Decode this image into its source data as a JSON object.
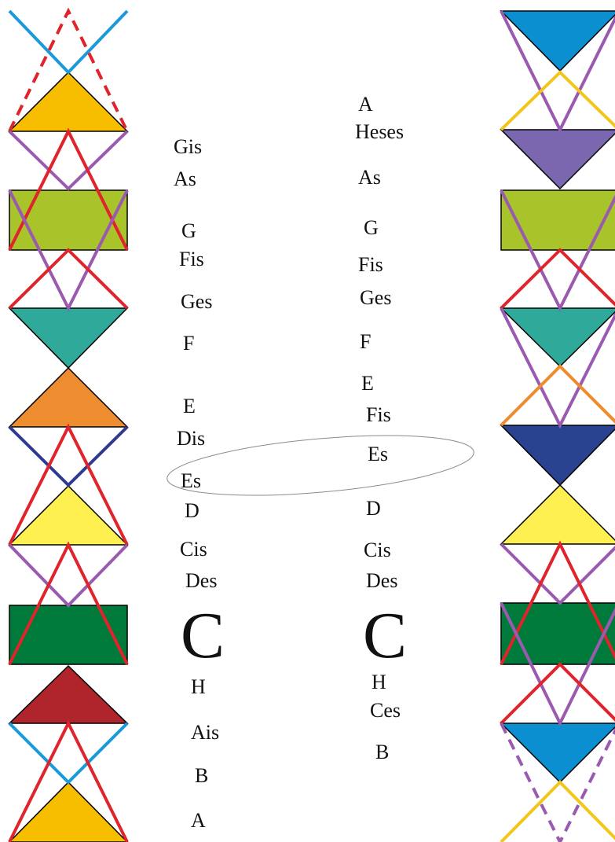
{
  "left_column_labels": [
    "Gis",
    "As",
    "G",
    "Fis",
    "Ges",
    "F",
    "E",
    "Dis",
    "Es",
    "D",
    "Cis",
    "Des",
    "C",
    "H",
    "Ais",
    "B",
    "A"
  ],
  "right_column_labels": [
    "A",
    "Heses",
    "As",
    "G",
    "Fis",
    "Ges",
    "F",
    "E",
    "Fis",
    "Es",
    "D",
    "Cis",
    "Des",
    "C",
    "H",
    "Ces",
    "B"
  ],
  "colors": {
    "amber": "#F7BE00",
    "olive_green": "#A9C32A",
    "teal": "#2EA99A",
    "orange": "#EE8C30",
    "yellow": "#FEF050",
    "dark_green": "#007A3A",
    "dark_red": "#B0242C",
    "blue": "#0C8FD0",
    "purple": "#7B67B0",
    "navy": "#2A4390",
    "line_red": "#E0242C",
    "line_purple": "#9A5AB0",
    "line_cyan": "#1A9AD8",
    "line_yellow": "#F2C61A",
    "line_orange": "#EE8C30",
    "line_navy": "#2E3A90",
    "ellipse": "#8A8A8A"
  }
}
